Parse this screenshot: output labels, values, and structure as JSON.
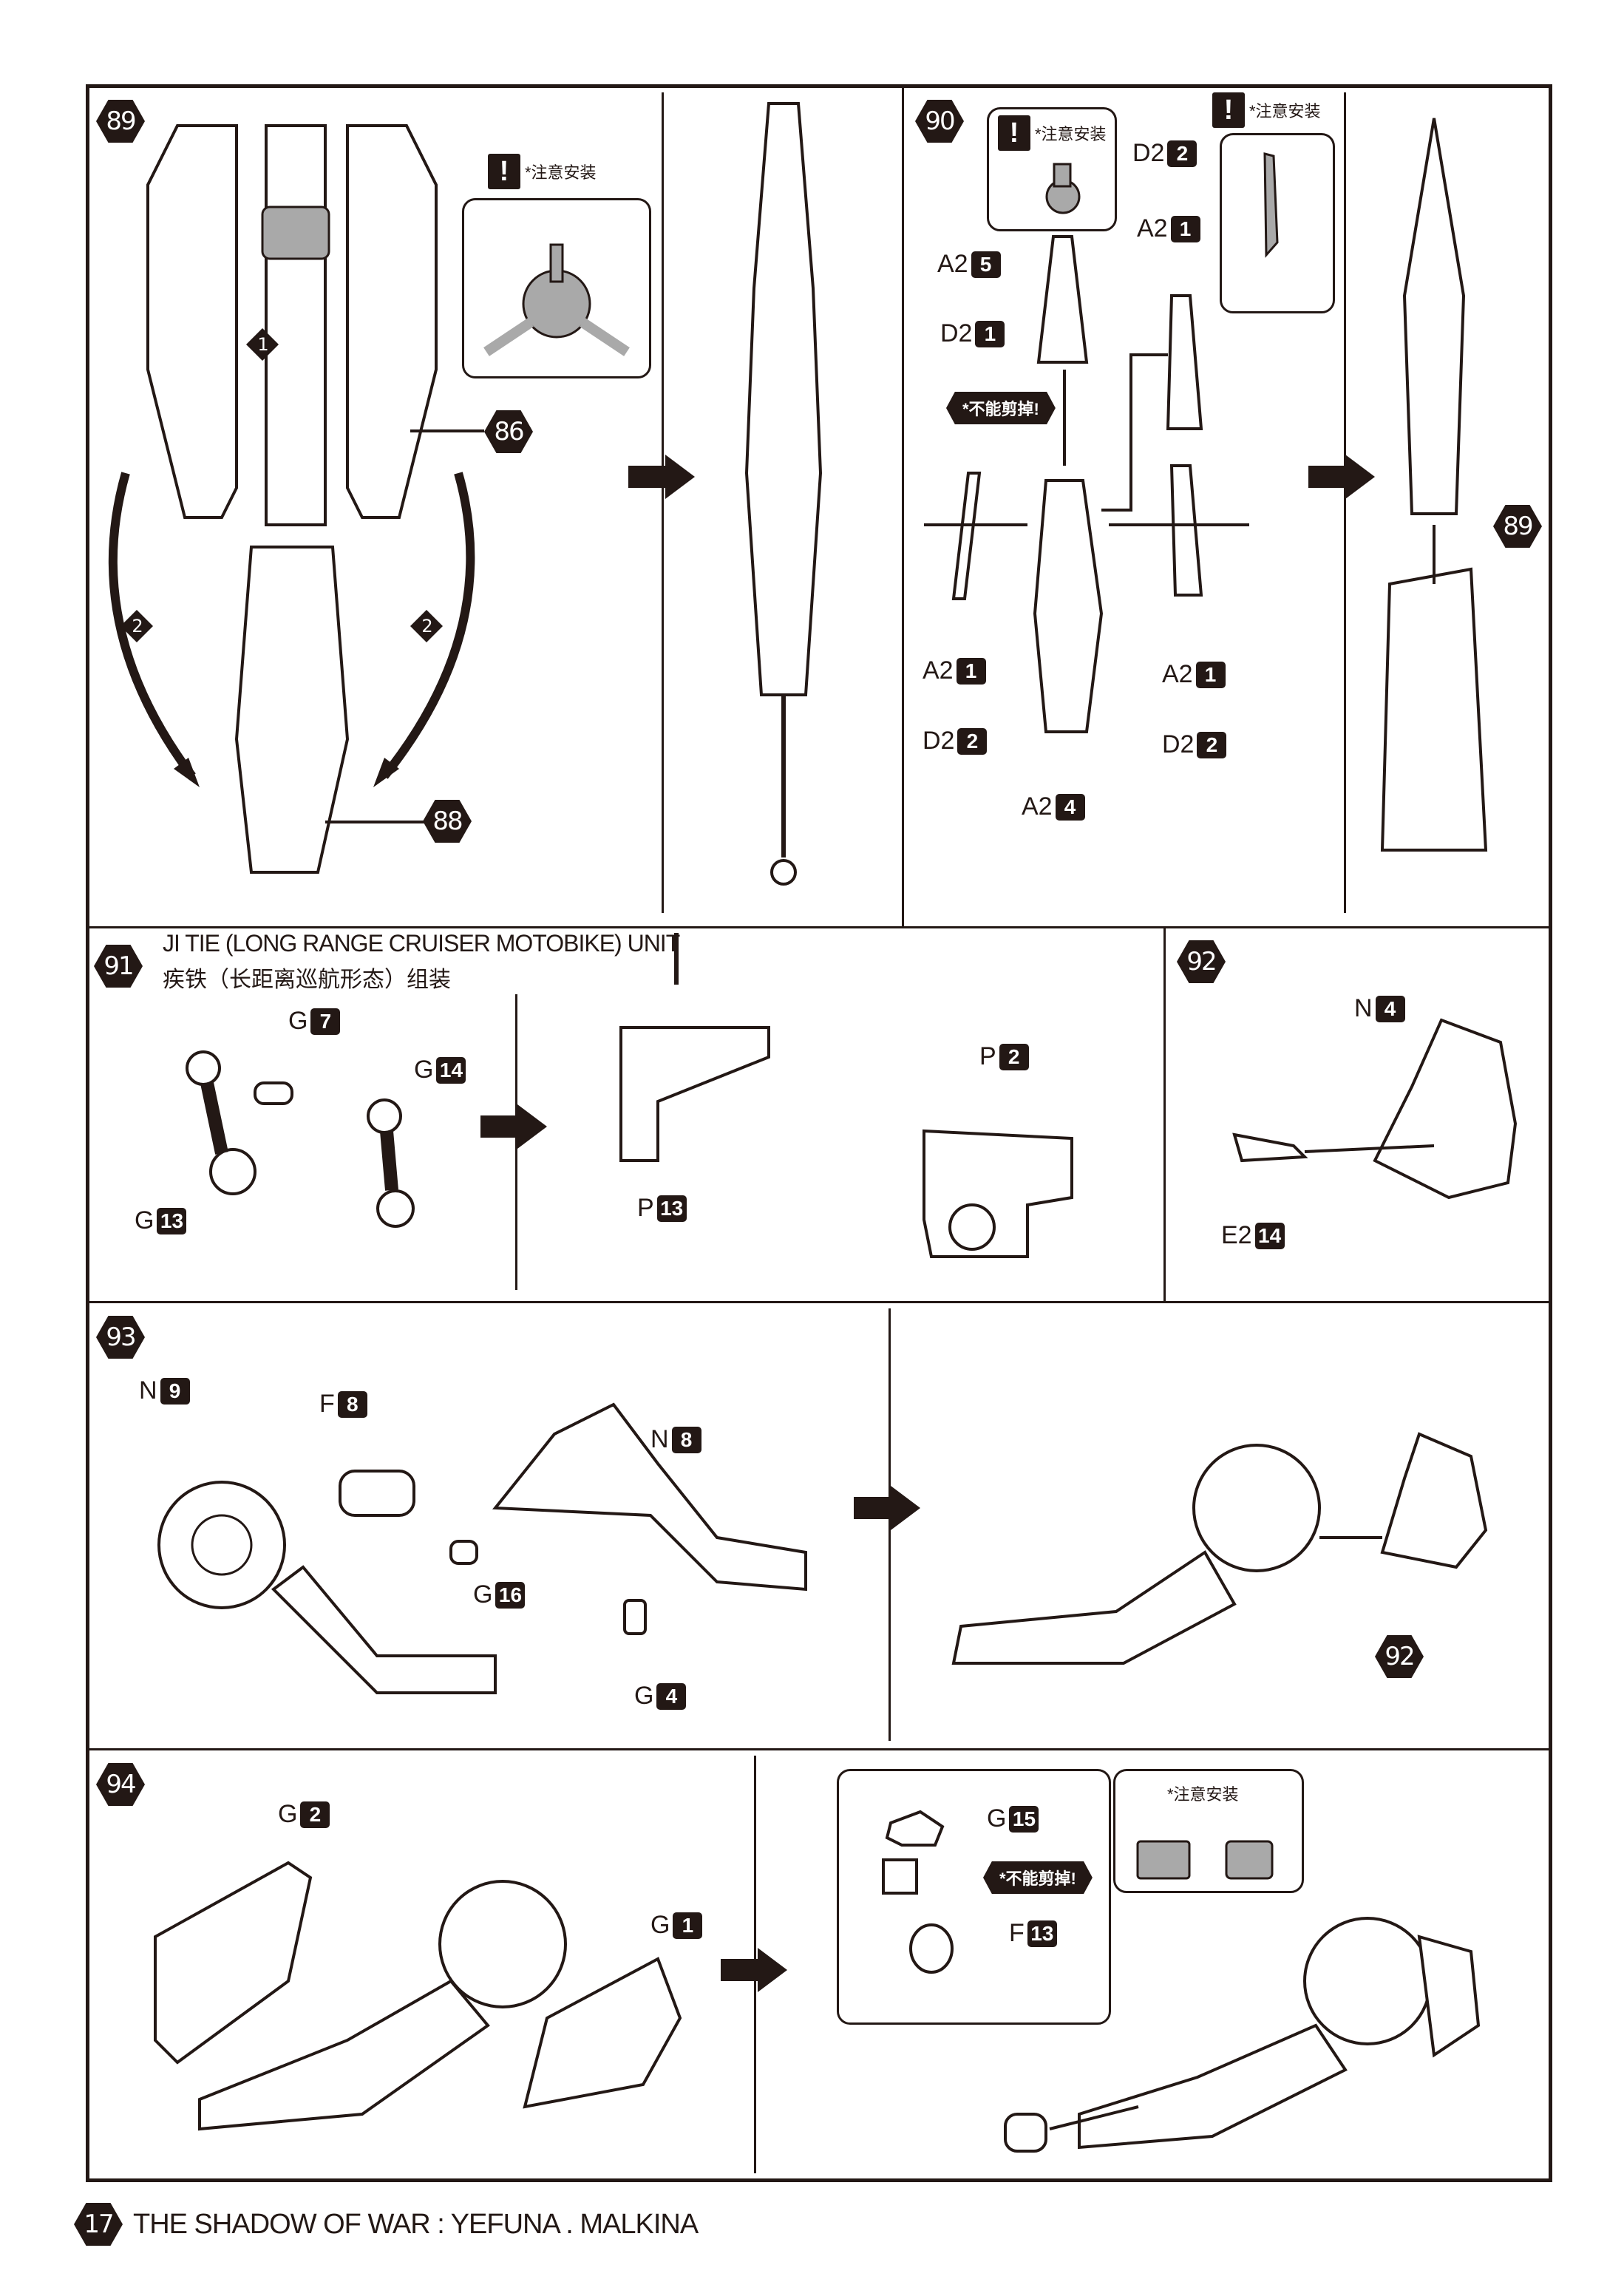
{
  "steps": {
    "s89": {
      "number": "89",
      "warning": "*注意安装",
      "sub_steps": [
        "1",
        "2",
        "2"
      ],
      "refs": [
        "86",
        "88"
      ]
    },
    "s90": {
      "number": "90",
      "warning_left": "*注意安装",
      "warning_right": "*注意安装",
      "no_cut": "*不能剪掉!",
      "parts": [
        {
          "runner": "A2",
          "num": "5"
        },
        {
          "runner": "D2",
          "num": "1"
        },
        {
          "runner": "D2",
          "num": "2"
        },
        {
          "runner": "A2",
          "num": "1"
        },
        {
          "runner": "A2",
          "num": "1"
        },
        {
          "runner": "D2",
          "num": "2"
        },
        {
          "runner": "A2",
          "num": "1"
        },
        {
          "runner": "D2",
          "num": "2"
        },
        {
          "runner": "A2",
          "num": "4"
        }
      ],
      "ref": "89"
    },
    "s91": {
      "number": "91",
      "title_en": "JI TIE (LONG RANGE CRUISER MOTOBIKE) UNIT",
      "title_cn": "疾铁（长距离巡航形态）组装",
      "parts": [
        {
          "runner": "G",
          "num": "7"
        },
        {
          "runner": "G",
          "num": "14"
        },
        {
          "runner": "G",
          "num": "13"
        },
        {
          "runner": "P",
          "num": "2"
        },
        {
          "runner": "P",
          "num": "13"
        }
      ]
    },
    "s92": {
      "number": "92",
      "parts": [
        {
          "runner": "N",
          "num": "4"
        },
        {
          "runner": "E2",
          "num": "14"
        }
      ]
    },
    "s93": {
      "number": "93",
      "parts": [
        {
          "runner": "N",
          "num": "9"
        },
        {
          "runner": "F",
          "num": "8"
        },
        {
          "runner": "N",
          "num": "8"
        },
        {
          "runner": "G",
          "num": "16"
        },
        {
          "runner": "G",
          "num": "4"
        }
      ],
      "ref": "92"
    },
    "s94": {
      "number": "94",
      "warning": "*注意安装",
      "no_cut": "*不能剪掉!",
      "parts": [
        {
          "runner": "G",
          "num": "2"
        },
        {
          "runner": "G",
          "num": "1"
        },
        {
          "runner": "G",
          "num": "15"
        },
        {
          "runner": "F",
          "num": "13"
        }
      ]
    }
  },
  "footer": {
    "page_number": "17",
    "title": "THE SHADOW OF WAR : YEFUNA . MALKINA"
  }
}
